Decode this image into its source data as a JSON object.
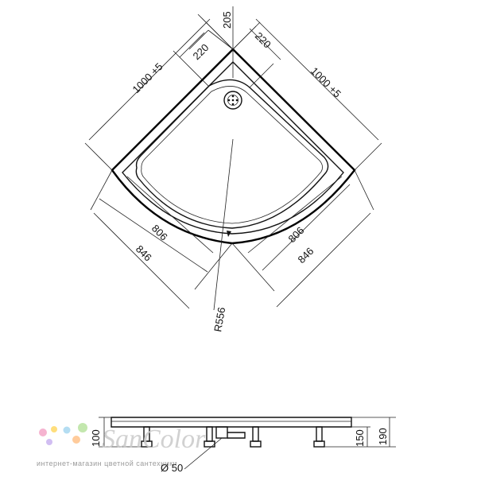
{
  "dimensions": {
    "top_center": "205",
    "left_offset": "220",
    "right_offset": "220",
    "left_side": "1000 +5",
    "right_side": "1000 +5",
    "left_inner": "806",
    "left_outer": "846",
    "right_inner": "806",
    "right_outer": "846",
    "radius": "R556",
    "side_height_left": "100",
    "side_height_mid": "150",
    "side_height_right": "190",
    "drain_diameter": "Ø 50"
  },
  "logo": {
    "name": "SanColor",
    "tagline": "интернет-магазин цветной сантехники",
    "dot_colors": [
      "#f4a6c8",
      "#ffd966",
      "#a8d8f0",
      "#b9e3a0",
      "#c9b3f0",
      "#ffc38a"
    ]
  }
}
